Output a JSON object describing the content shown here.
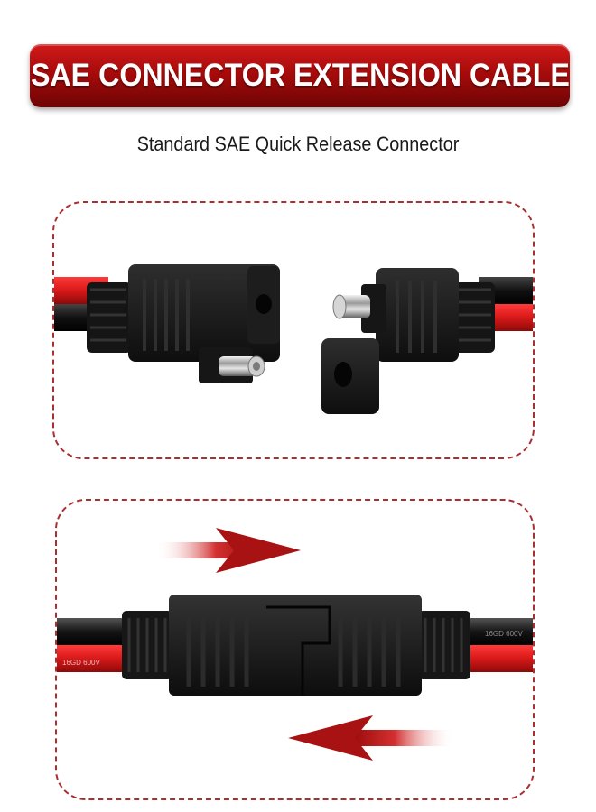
{
  "banner": {
    "title": "SAE CONNECTOR EXTENSION CABLE"
  },
  "subtitle": "Standard SAE Quick Release Connector",
  "cable_print": {
    "left": "16GD 600V",
    "right": "16GD 600V"
  },
  "colors": {
    "banner_red": "#b50f0f",
    "dashed_border": "#a83030",
    "wire_red": "#d81818",
    "connector_black": "#1b1b1b"
  },
  "icons": [
    "arrow-right-icon",
    "arrow-left-icon"
  ]
}
